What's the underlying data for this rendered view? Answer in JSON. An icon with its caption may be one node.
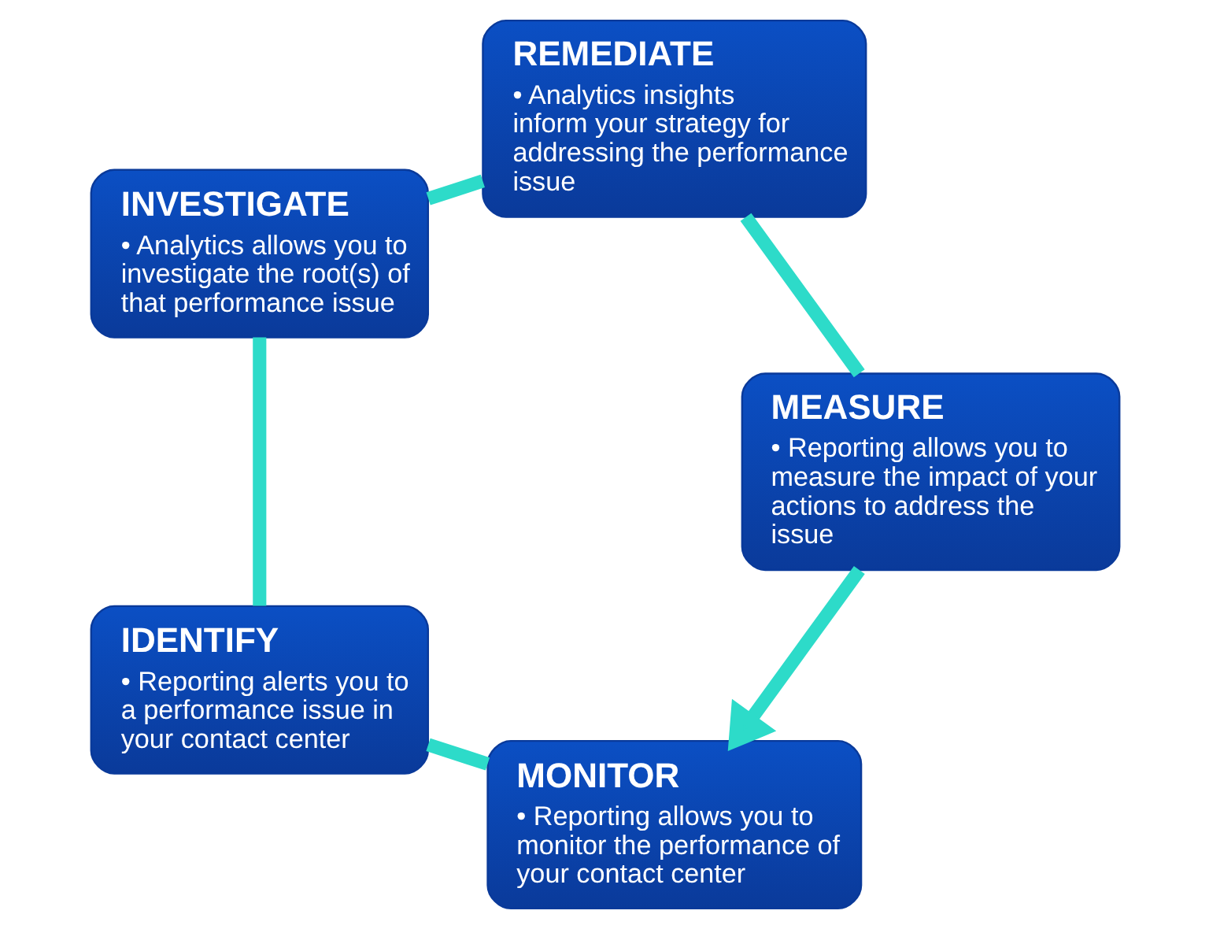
{
  "diagram": {
    "nodes": [
      {
        "text": [
          "MONITOR",
          "• Reporting allows you to monitor the performance of your contact center"
        ]
      },
      {
        "text": [
          "MEASURE",
          "• Reporting allows you to measure the impact of your actions to address the issue"
        ]
      },
      {
        "text": [
          "IDENTIFY",
          "• Reporting alerts you to a performance issue in your contact center"
        ]
      },
      {
        "text": [
          "REMEDIATE",
          "• Analytics insights inform your strategy for addressing the performance issue"
        ]
      },
      {
        "text": [
          "INVESTIGATE",
          "• Analytics allows you to investigate the root(s) of that performance issue"
        ]
      }
    ],
    "edges": [
      {
        "from": 0,
        "to": 2,
        "arrow": "none"
      },
      {
        "from": 2,
        "to": 4,
        "arrow": "none"
      },
      {
        "from": 4,
        "to": 3,
        "arrow": "none"
      },
      {
        "from": 3,
        "to": 1,
        "arrow": "none"
      },
      {
        "from": 1,
        "to": 0,
        "arrow": "to"
      }
    ]
  }
}
